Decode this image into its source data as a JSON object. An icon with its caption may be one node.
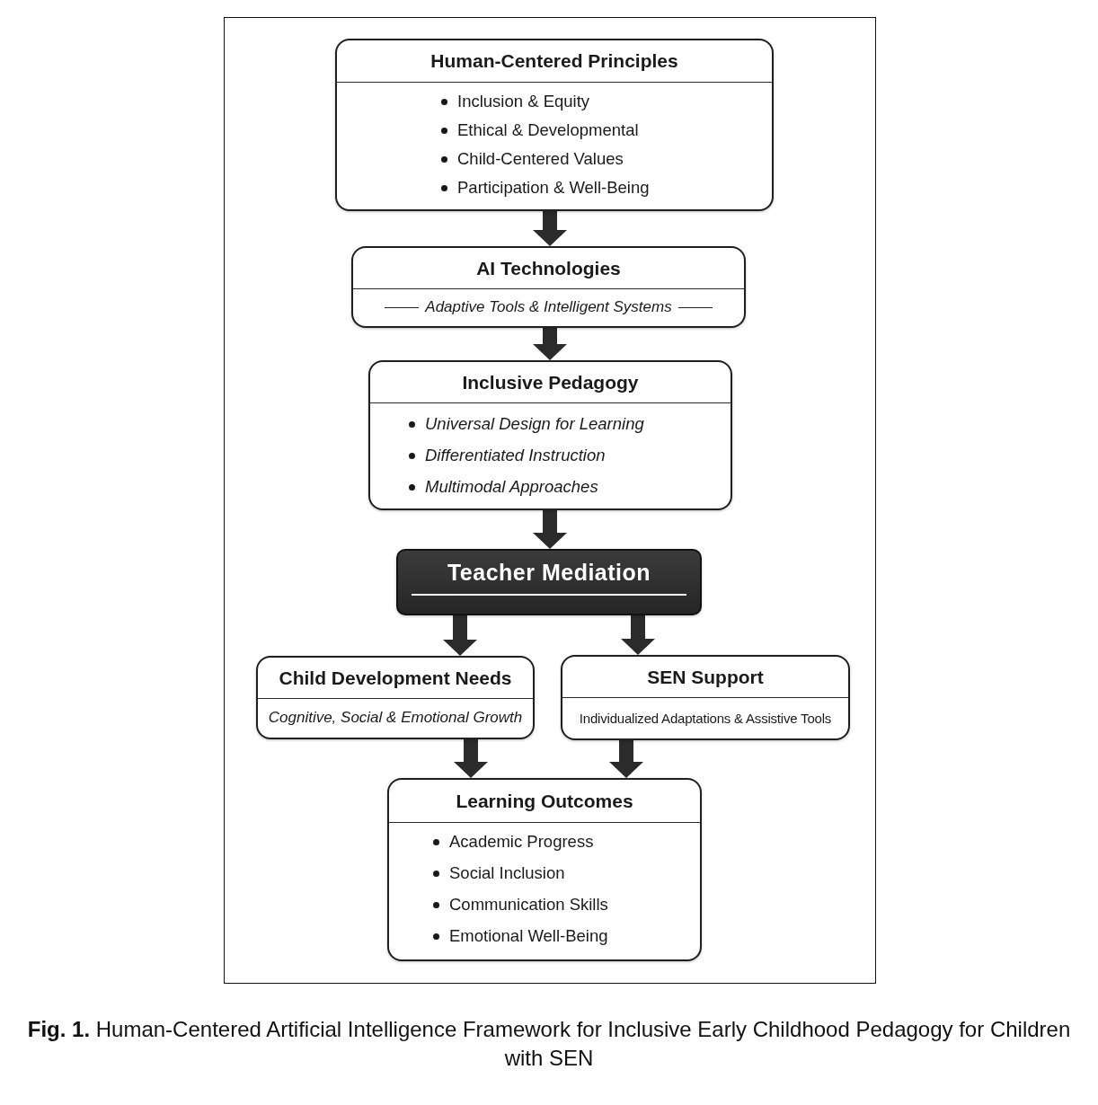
{
  "diagram": {
    "caption": "**Fig. 1.** Human-Centered Artificial Intelligence Framework for Inclusive Early Childhood Pedagogy for Children with SEN",
    "nodes": [
      {
        "text": [
          "Human-Centered Principles",
          "Inclusion & Equity",
          "Ethical & Developmental",
          "Child-Centered Values",
          "Participation & Well-Being"
        ]
      },
      {
        "text": [
          "AI Technologies",
          "Adaptive Tools & Intelligent Systems"
        ]
      },
      {
        "text": [
          "Inclusive Pedagogy",
          "Universal Design for Learning",
          "Differentiated Instruction",
          "Multimodal Approaches"
        ]
      },
      {
        "text": [
          "Teacher Mediation"
        ]
      },
      {
        "text": [
          "Child Development Needs",
          "Cognitive, Social & Emotional Growth"
        ]
      },
      {
        "text": [
          "SEN Support",
          "Individualized Adaptations & Assistive Tools"
        ]
      },
      {
        "text": [
          "Learning Outcomes",
          "Academic Progress",
          "Social Inclusion",
          "Communication Skills",
          "Emotional Well-Being"
        ]
      }
    ],
    "edges": [
      {
        "from": 0,
        "to": 1,
        "arrow": "to"
      },
      {
        "from": 1,
        "to": 2,
        "arrow": "to"
      },
      {
        "from": 2,
        "to": 3,
        "arrow": "to"
      },
      {
        "from": 3,
        "to": 4,
        "arrow": "to"
      },
      {
        "from": 3,
        "to": 5,
        "arrow": "to"
      },
      {
        "from": 4,
        "to": 6,
        "arrow": "to"
      },
      {
        "from": 5,
        "to": 6,
        "arrow": "to"
      }
    ]
  }
}
